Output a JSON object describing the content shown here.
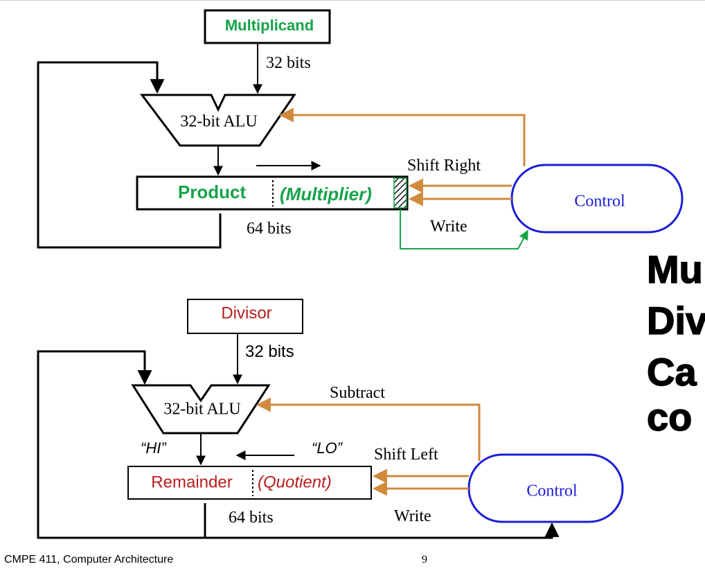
{
  "multiply": {
    "multiplicand_label": "Multiplicand",
    "top_bits": "32 bits",
    "alu_label": "32-bit ALU",
    "product_label": "Product",
    "multiplier_label": "(Multiplier)",
    "shift_label": "Shift Right",
    "write_label": "Write",
    "bottom_bits": "64 bits",
    "control_label": "Control"
  },
  "divide": {
    "divisor_label": "Divisor",
    "top_bits": "32 bits",
    "alu_label": "32-bit ALU",
    "subtract_label": "Subtract",
    "hi_label": "“HI”",
    "lo_label": "“LO”",
    "shift_label": "Shift Left",
    "remainder_label": "Remainder",
    "quotient_label": "(Quotient)",
    "bottom_bits": "64 bits",
    "write_label": "Write",
    "control_label": "Control"
  },
  "side_title": {
    "line1": "Mu",
    "line2": "Div",
    "line3": "Ca",
    "line4": "co"
  },
  "footer": {
    "course": "CMPE 411, Computer Architecture",
    "page_number": "9"
  },
  "colors": {
    "green": "#16a34a",
    "red": "#b91c1c",
    "blue": "#1d1dd6",
    "orange": "#d08a3c",
    "black": "#000000"
  }
}
